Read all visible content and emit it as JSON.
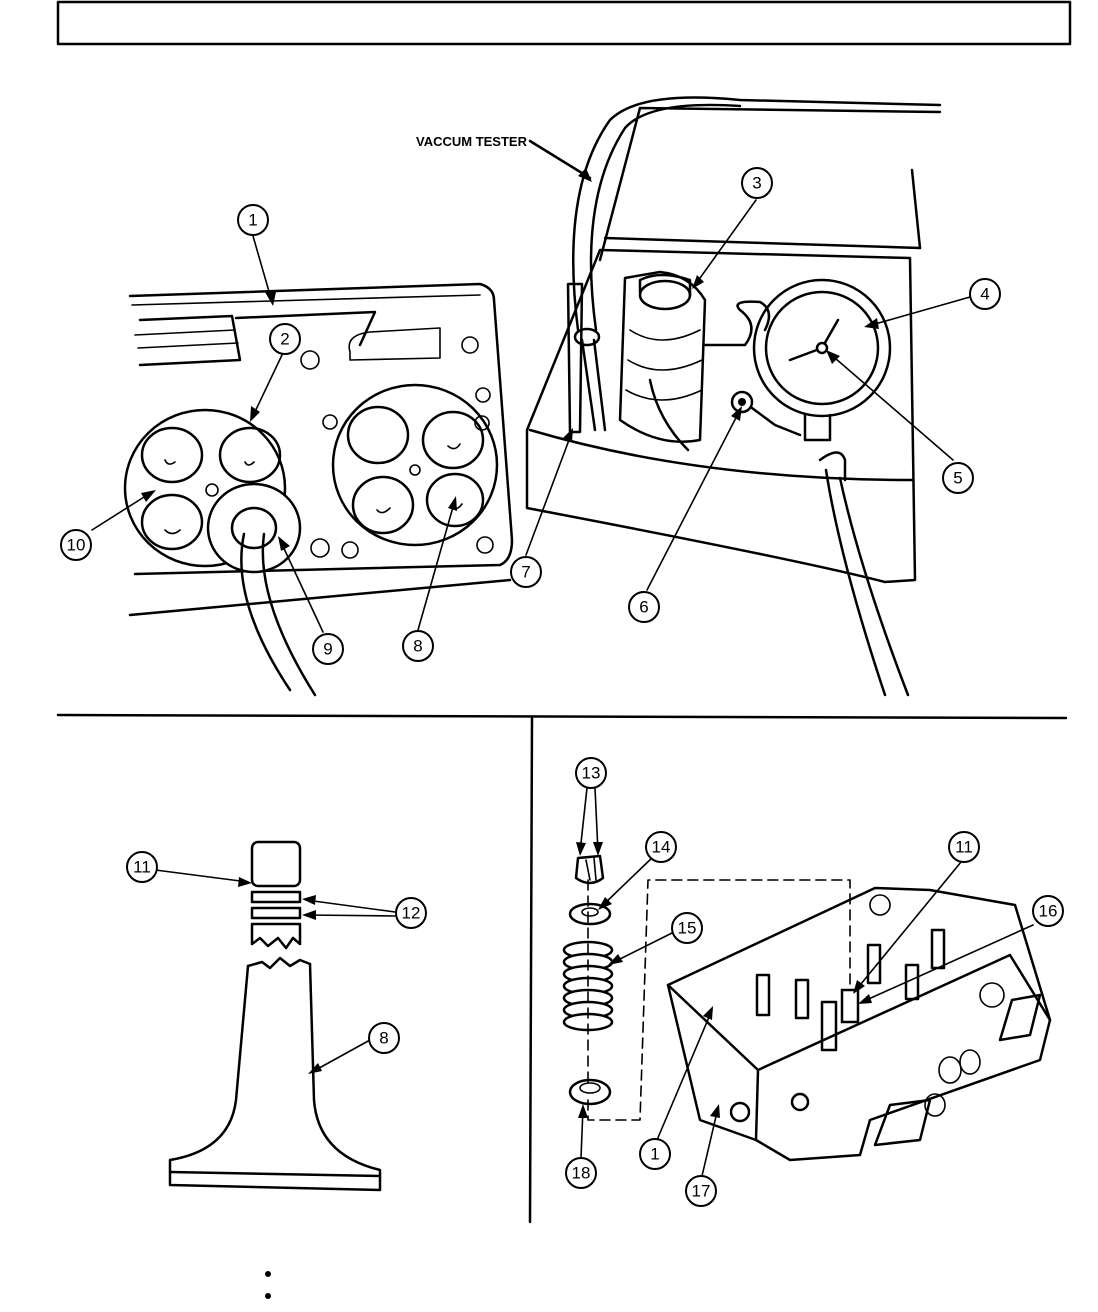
{
  "figure": {
    "header_text": "",
    "vacuum_tester_label": "VACCUM TESTER",
    "callouts": {
      "c1a": "1",
      "c2": "2",
      "c3": "3",
      "c4": "4",
      "c5": "5",
      "c6": "6",
      "c7": "7",
      "c8a": "8",
      "c9": "9",
      "c10": "10",
      "c11a": "11",
      "c12": "12",
      "c8b": "8",
      "c13": "13",
      "c14": "14",
      "c15": "15",
      "c11b": "11",
      "c16": "16",
      "c1b": "1",
      "c17": "17",
      "c18": "18"
    }
  }
}
